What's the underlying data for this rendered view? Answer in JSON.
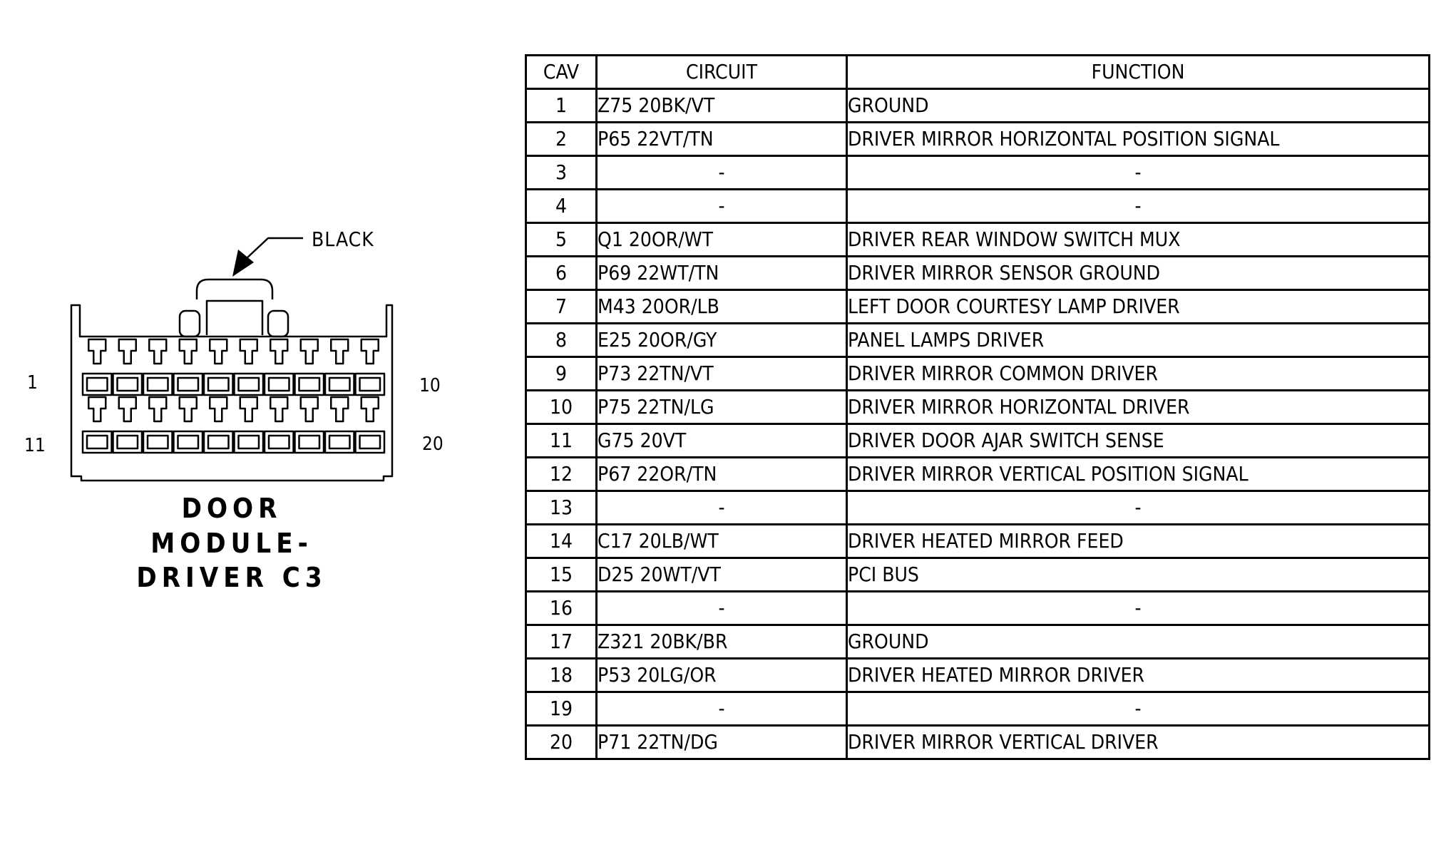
{
  "connector": {
    "callout_label": "BLACK",
    "caption_lines": [
      "DOOR",
      "MODULE-",
      "DRIVER C3"
    ],
    "pin_labels": {
      "top_left": "1",
      "top_right": "10",
      "bottom_left": "11",
      "bottom_right": "20"
    },
    "cavity_rows": 2,
    "cavities_per_row": 10
  },
  "table": {
    "headers": {
      "cav": "CAV",
      "circuit": "CIRCUIT",
      "function": "FUNCTION"
    },
    "rows": [
      {
        "cav": "1",
        "circuit": "Z75 20BK/VT",
        "function": "GROUND"
      },
      {
        "cav": "2",
        "circuit": "P65 22VT/TN",
        "function": "DRIVER MIRROR HORIZONTAL POSITION SIGNAL"
      },
      {
        "cav": "3",
        "circuit": "-",
        "function": "-"
      },
      {
        "cav": "4",
        "circuit": "-",
        "function": "-"
      },
      {
        "cav": "5",
        "circuit": "Q1 20OR/WT",
        "function": "DRIVER REAR WINDOW SWITCH MUX"
      },
      {
        "cav": "6",
        "circuit": "P69 22WT/TN",
        "function": "DRIVER MIRROR SENSOR GROUND"
      },
      {
        "cav": "7",
        "circuit": "M43 20OR/LB",
        "function": "LEFT DOOR COURTESY LAMP DRIVER"
      },
      {
        "cav": "8",
        "circuit": "E25 20OR/GY",
        "function": "PANEL LAMPS DRIVER"
      },
      {
        "cav": "9",
        "circuit": "P73 22TN/VT",
        "function": "DRIVER MIRROR COMMON DRIVER"
      },
      {
        "cav": "10",
        "circuit": "P75 22TN/LG",
        "function": "DRIVER MIRROR HORIZONTAL DRIVER"
      },
      {
        "cav": "11",
        "circuit": "G75 20VT",
        "function": "DRIVER DOOR AJAR SWITCH SENSE"
      },
      {
        "cav": "12",
        "circuit": "P67 22OR/TN",
        "function": "DRIVER MIRROR VERTICAL POSITION SIGNAL"
      },
      {
        "cav": "13",
        "circuit": "-",
        "function": "-"
      },
      {
        "cav": "14",
        "circuit": "C17 20LB/WT",
        "function": "DRIVER HEATED MIRROR FEED"
      },
      {
        "cav": "15",
        "circuit": "D25 20WT/VT",
        "function": "PCI BUS"
      },
      {
        "cav": "16",
        "circuit": "-",
        "function": "-"
      },
      {
        "cav": "17",
        "circuit": "Z321 20BK/BR",
        "function": "GROUND"
      },
      {
        "cav": "18",
        "circuit": "P53 20LG/OR",
        "function": "DRIVER HEATED MIRROR DRIVER"
      },
      {
        "cav": "19",
        "circuit": "-",
        "function": "-"
      },
      {
        "cav": "20",
        "circuit": "P71 22TN/DG",
        "function": "DRIVER MIRROR VERTICAL DRIVER"
      }
    ]
  }
}
